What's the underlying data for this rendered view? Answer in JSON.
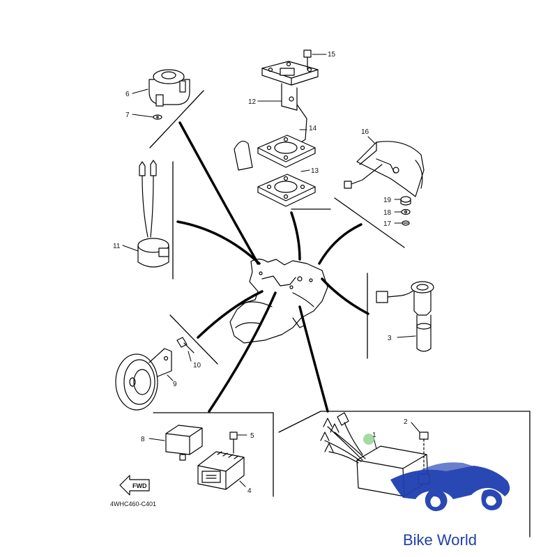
{
  "diagram": {
    "part_numbers": [
      "1",
      "2",
      "3",
      "4",
      "5",
      "6",
      "7",
      "8",
      "9",
      "10",
      "11",
      "12",
      "13",
      "14",
      "15",
      "16",
      "17",
      "18",
      "19"
    ],
    "drawing_code": "4WHC460-C401",
    "direction_mark": "FWD"
  },
  "watermark": {
    "brand": "Bike World",
    "logo_icon": "motorcycle-logo-icon",
    "color": "#1f3fb0"
  },
  "highlight": {
    "color": "#8fd08f"
  }
}
